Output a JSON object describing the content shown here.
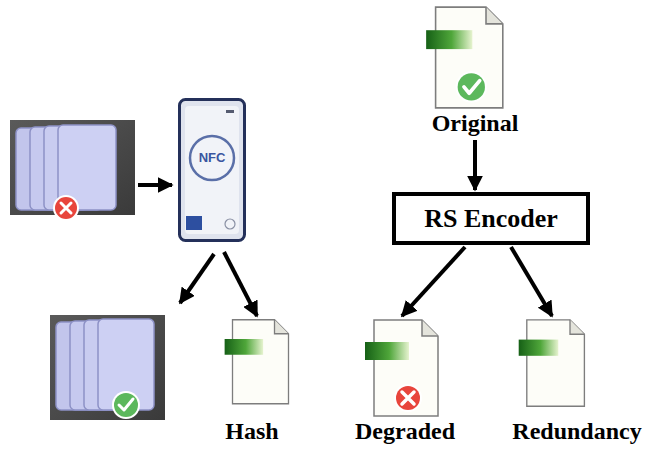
{
  "diagram": {
    "nodes": [
      {
        "text": [
          "Original"
        ]
      },
      {
        "text": [
          "NFC"
        ]
      },
      {
        "text": [
          "RS Encoder"
        ]
      },
      {
        "text": [
          "Hash"
        ]
      },
      {
        "text": [
          "Degraded"
        ]
      },
      {
        "text": [
          "Redundancy"
        ]
      }
    ],
    "edges": [
      {
        "from": 0,
        "to": 2,
        "arrow": "to"
      },
      {
        "from": 2,
        "to": 4,
        "arrow": "to"
      },
      {
        "from": 2,
        "to": 5,
        "arrow": "to"
      },
      {
        "from": 1,
        "to": 3,
        "arrow": "to"
      }
    ]
  }
}
